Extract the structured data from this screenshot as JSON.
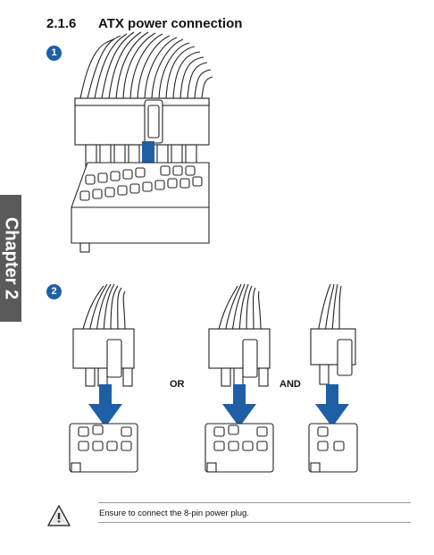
{
  "section": {
    "number": "2.1.6",
    "title": "ATX power connection"
  },
  "side_tab": {
    "label": "Chapter 2"
  },
  "steps": [
    {
      "badge": "1"
    },
    {
      "badge": "2"
    }
  ],
  "connector_words": {
    "or": "OR",
    "and": "AND"
  },
  "note": {
    "text": "Ensure to connect the 8-pin power plug.",
    "icon": "warning-icon"
  },
  "colors": {
    "arrow": "#1f5fa6",
    "badge": "#1f5fa6",
    "side_tab": "#5a5a5a"
  }
}
